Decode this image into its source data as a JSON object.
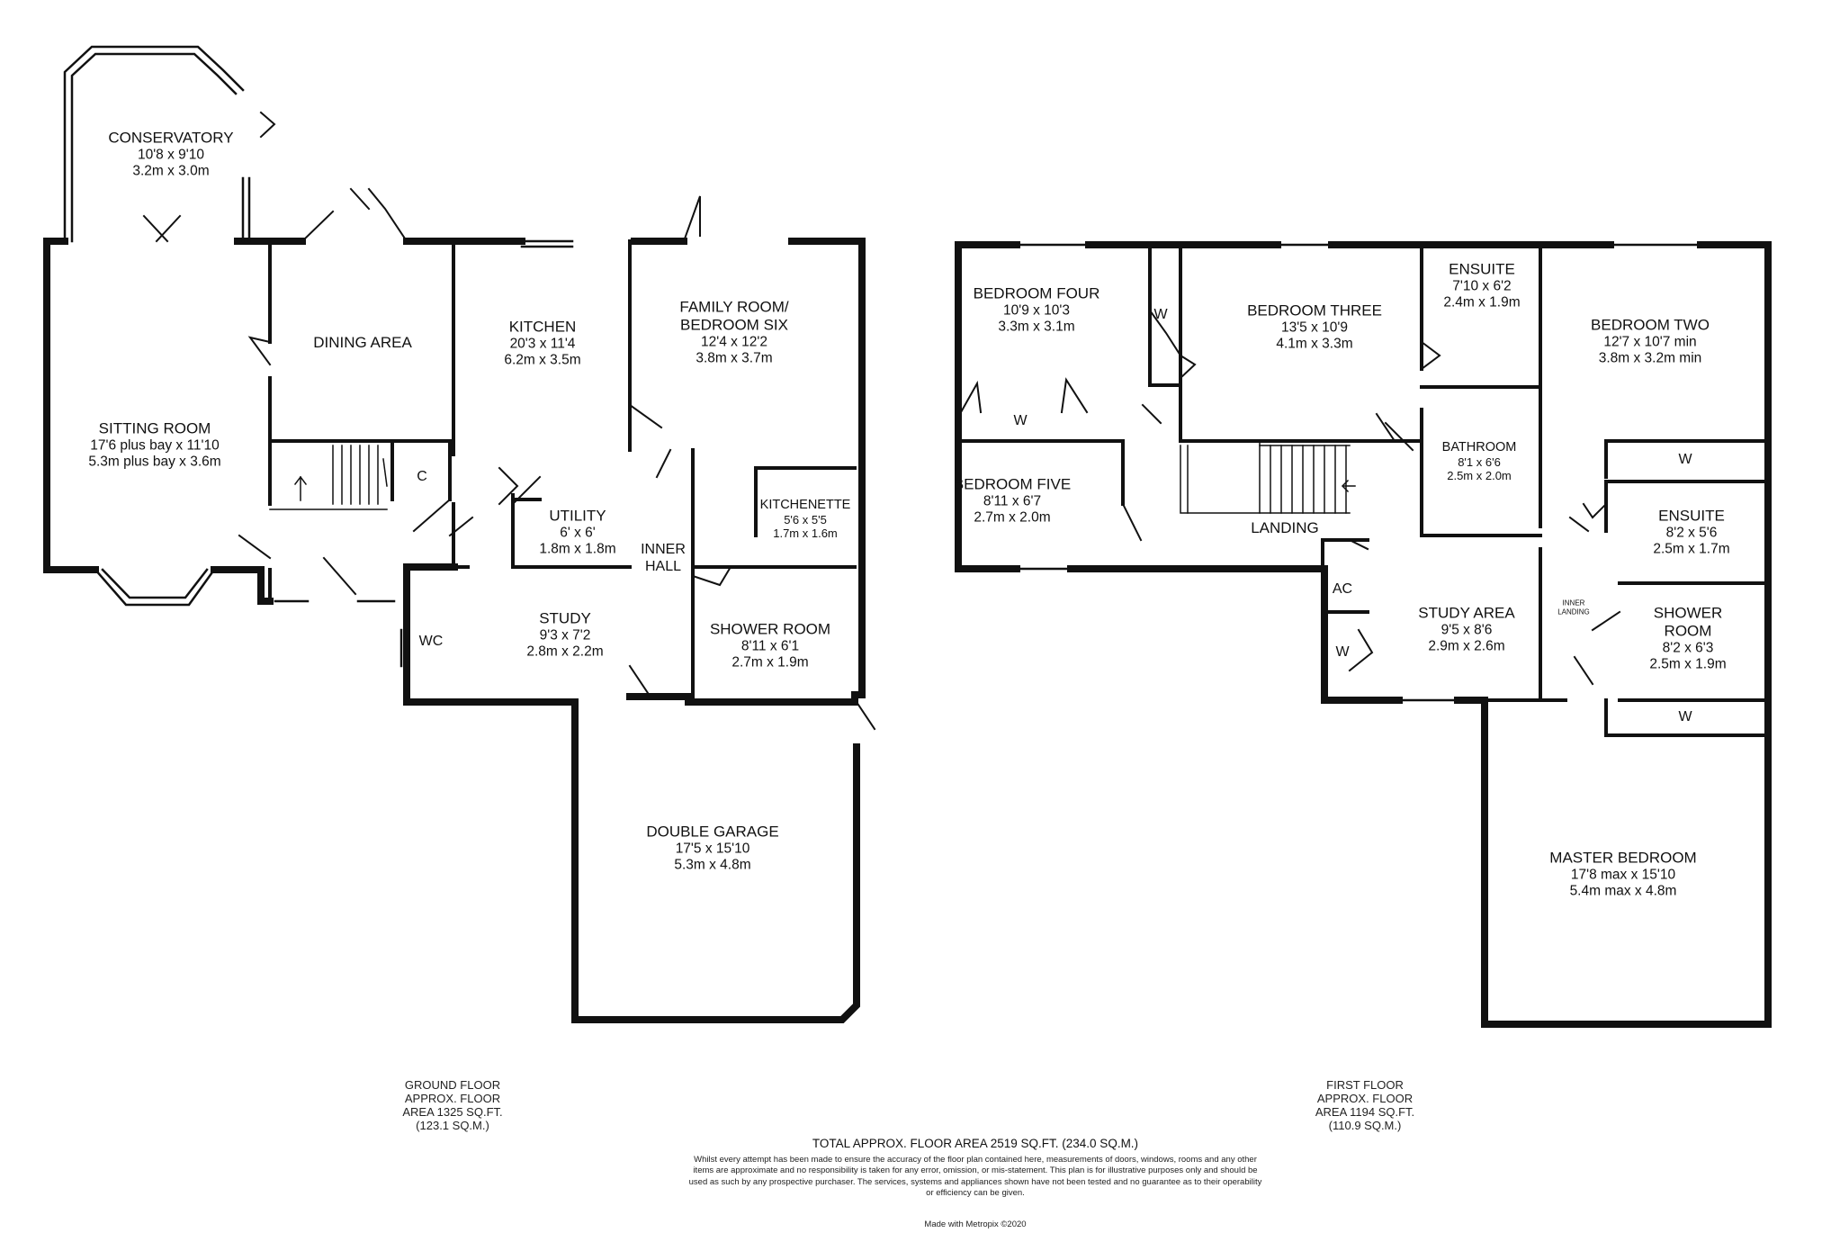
{
  "ground_floor": {
    "rooms": {
      "conservatory": {
        "name": "CONSERVATORY",
        "imperial": "10'8 x 9'10",
        "metric": "3.2m x 3.0m"
      },
      "sitting_room": {
        "name": "SITTING ROOM",
        "imperial": "17'6 plus bay x 11'10",
        "metric": "5.3m plus bay x 3.6m"
      },
      "dining_area": {
        "name": "DINING AREA"
      },
      "kitchen": {
        "name": "KITCHEN",
        "imperial": "20'3 x 11'4",
        "metric": "6.2m x 3.5m"
      },
      "family_room": {
        "name_line1": "FAMILY ROOM/",
        "name_line2": "BEDROOM SIX",
        "imperial": "12'4 x 12'2",
        "metric": "3.8m x 3.7m"
      },
      "kitchenette": {
        "name": "KITCHENETTE",
        "imperial": "5'6 x 5'5",
        "metric": "1.7m x 1.6m"
      },
      "utility": {
        "name": "UTILITY",
        "imperial": "6' x 6'",
        "metric": "1.8m x 1.8m"
      },
      "inner_hall": {
        "name": "INNER\nHALL"
      },
      "study": {
        "name": "STUDY",
        "imperial": "9'3 x 7'2",
        "metric": "2.8m x 2.2m"
      },
      "shower_room": {
        "name": "SHOWER ROOM",
        "imperial": "8'11 x 6'1",
        "metric": "2.7m x 1.9m"
      },
      "double_garage": {
        "name": "DOUBLE GARAGE",
        "imperial": "17'5 x 15'10",
        "metric": "5.3m x 4.8m"
      }
    },
    "cupboard": "C",
    "wc": "WC",
    "info": [
      "GROUND FLOOR",
      "APPROX. FLOOR",
      "AREA 1325 SQ.FT.",
      "(123.1 SQ.M.)"
    ]
  },
  "first_floor": {
    "rooms": {
      "bedroom_four": {
        "name": "BEDROOM FOUR",
        "imperial": "10'9 x 10'3",
        "metric": "3.3m x 3.1m"
      },
      "bedroom_three": {
        "name": "BEDROOM THREE",
        "imperial": "13'5 x 10'9",
        "metric": "4.1m x 3.3m"
      },
      "ensuite_1": {
        "name": "ENSUITE",
        "imperial": "7'10 x 6'2",
        "metric": "2.4m x 1.9m"
      },
      "bedroom_two": {
        "name": "BEDROOM TWO",
        "imperial": "12'7 x 10'7 min",
        "metric": "3.8m x 3.2m min"
      },
      "bedroom_five": {
        "name": "BEDROOM FIVE",
        "imperial": "8'11 x 6'7",
        "metric": "2.7m x 2.0m"
      },
      "landing": {
        "name": "LANDING"
      },
      "bathroom": {
        "name": "BATHROOM",
        "imperial": "8'1 x 6'6",
        "metric": "2.5m x 2.0m"
      },
      "ensuite_2": {
        "name": "ENSUITE",
        "imperial": "8'2 x 5'6",
        "metric": "2.5m x 1.7m"
      },
      "study_area": {
        "name": "STUDY AREA",
        "imperial": "9'5 x 8'6",
        "metric": "2.9m x 2.6m"
      },
      "inner_landing": {
        "name": "INNER\nLANDING"
      },
      "shower_room": {
        "name_line1": "SHOWER",
        "name_line2": "ROOM",
        "imperial": "8'2 x 6'3",
        "metric": "2.5m x 1.9m"
      },
      "master_bedroom": {
        "name": "MASTER BEDROOM",
        "imperial": "17'8 max x 15'10",
        "metric": "5.4m max x 4.8m"
      }
    },
    "wardrobe": "W",
    "airing_cupboard": "AC",
    "info": [
      "FIRST FLOOR",
      "APPROX. FLOOR",
      "AREA 1194 SQ.FT.",
      "(110.9 SQ.M.)"
    ]
  },
  "footer": {
    "total": "TOTAL APPROX. FLOOR AREA 2519 SQ.FT. (234.0 SQ.M.)",
    "disclaimer": "Whilst every attempt has been made to ensure the accuracy of the floor plan contained here, measurements of doors, windows, rooms and any other items are approximate and no responsibility is taken for any error, omission, or mis-statement. This plan is for illustrative purposes only and should be used as such by any prospective purchaser. The services, systems and appliances shown have not been tested and no guarantee as to their operability or efficiency can be given.",
    "credit": "Made with Metropix ©2020"
  },
  "colors": {
    "wall": "#111111",
    "background": "#ffffff",
    "text": "#111111"
  }
}
